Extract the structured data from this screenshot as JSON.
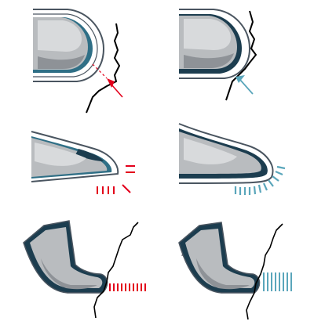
{
  "colors": {
    "background": "#ffffff",
    "shell_outline": "#4a5560",
    "skin_light": "#d8dadc",
    "skin_mid": "#b9bcbf",
    "skin_dark": "#8e9297",
    "padding_dark": "#1c3d4f",
    "padding_teal": "#2f6f86",
    "impact_red": "#e3001b",
    "impact_teal": "#5aa6bb",
    "wall": "#000000"
  },
  "panels": [
    {
      "id": "toe-rigid",
      "indicator": "red-arrow"
    },
    {
      "id": "toe-padded",
      "indicator": "teal-arrow"
    },
    {
      "id": "side-rigid",
      "indicator": "red-lines"
    },
    {
      "id": "side-padded",
      "indicator": "teal-arc-lines"
    },
    {
      "id": "foot-rigid",
      "indicator": "red-bars"
    },
    {
      "id": "foot-padded",
      "indicator": "teal-bars"
    }
  ]
}
